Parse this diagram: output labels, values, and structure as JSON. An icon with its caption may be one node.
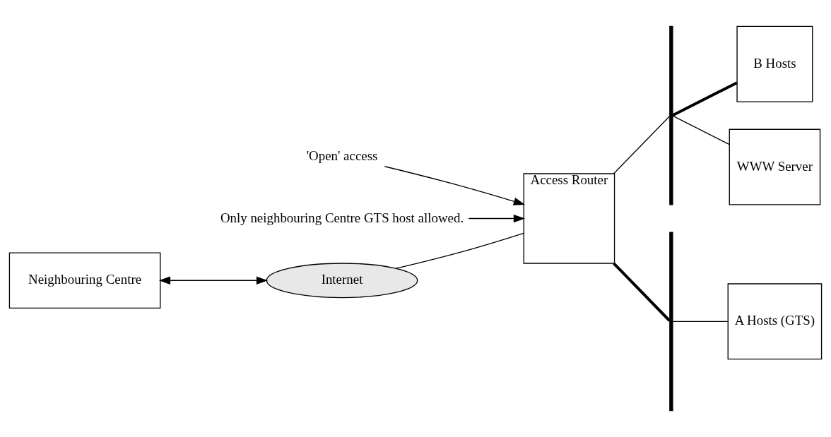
{
  "diagram": {
    "nodes": [
      {
        "text": [
          "Internet"
        ]
      },
      {
        "text": [
          "Neighbouring Centre"
        ]
      },
      {
        "text": [
          "Access Router"
        ]
      },
      {
        "text": [],
        "shape": "bar"
      },
      {
        "text": [],
        "shape": "bar"
      },
      {
        "text": [
          "B Hosts"
        ]
      },
      {
        "text": [
          "WWW Server"
        ]
      },
      {
        "text": [
          "A Hosts (GTS)"
        ]
      },
      {
        "text": [
          "'Open' access"
        ]
      },
      {
        "text": [
          "Only neighbouring Centre GTS host allowed."
        ]
      }
    ],
    "edges": [
      {
        "from": 1,
        "to": 0,
        "arrow": "both"
      },
      {
        "from": 0,
        "to": 2,
        "arrow": "none"
      },
      {
        "from": 2,
        "to": 3,
        "arrow": "none"
      },
      {
        "from": 2,
        "to": 4,
        "arrow": "none",
        "style": "thick"
      },
      {
        "from": 3,
        "to": 5,
        "arrow": "none",
        "style": "thick"
      },
      {
        "from": 3,
        "to": 6,
        "arrow": "none"
      },
      {
        "from": 4,
        "to": 7,
        "arrow": "none"
      },
      {
        "from": 8,
        "to": 2,
        "arrow": "to"
      },
      {
        "from": 9,
        "to": 2,
        "arrow": "to"
      }
    ]
  }
}
